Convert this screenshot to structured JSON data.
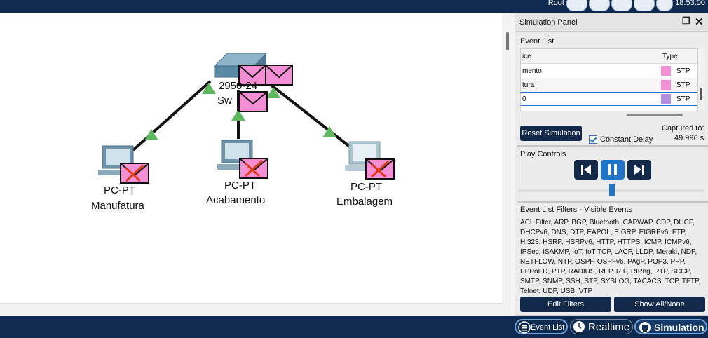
{
  "topbar": {
    "user": "Root",
    "clock": "18:53:00"
  },
  "devices": [
    {
      "id": "switch",
      "label_top": "2950-24",
      "label_bottom": "Sw"
    },
    {
      "id": "pc-manufatura",
      "type": "PC-PT",
      "name": "Manufatura"
    },
    {
      "id": "pc-acabamento",
      "type": "PC-PT",
      "name": "Acabamento"
    },
    {
      "id": "pc-embalagem",
      "type": "PC-PT",
      "name": "Embalagem"
    }
  ],
  "panel": {
    "title": "Simulation Panel",
    "event_list": {
      "title": "Event List",
      "headers": {
        "device": "ice",
        "type": "Type"
      },
      "rows": [
        {
          "device": "mento",
          "type": "STP",
          "color": "#f58fd5"
        },
        {
          "device": "tura",
          "type": "STP",
          "color": "#f58fd5"
        },
        {
          "device": "0",
          "type": "STP",
          "color": "#b38de0"
        }
      ],
      "reset_label": "Reset Simulation",
      "constant_delay_label": "Constant Delay",
      "captured_label": "Captured to:",
      "captured_value": "49.996 s"
    },
    "play_controls": {
      "title": "Play Controls"
    },
    "filters": {
      "title": "Event List Filters - Visible Events",
      "text": "ACL Filter, ARP, BGP, Bluetooth, CAPWAP, CDP, DHCP, DHCPv6, DNS, DTP, EAPOL, EIGRP, EIGRPv6, FTP, H.323, HSRP, HSRPv6, HTTP, HTTPS, ICMP, ICMPv6, IPSec, ISAKMP, IoT, IoT TCP, LACP, LLDP, Meraki, NDP, NETFLOW, NTP, OSPF, OSPFv6, PAgP, POP3, PPP, PPPoED, PTP, RADIUS, REP, RIP, RIPng, RTP, SCCP, SMTP, SNMP, SSH, STP, SYSLOG, TACACS, TCP, TFTP, Telnet, UDP, USB, VTP",
      "edit_label": "Edit Filters",
      "show_label": "Show All/None"
    }
  },
  "bottombar": {
    "event_list_label": "Event List",
    "realtime_label": "Realtime",
    "simulation_label": "Simulation"
  },
  "colors": {
    "navy": "#0f2a4f",
    "link_up": "#5cb85c",
    "envelope": "#f58fd5"
  }
}
